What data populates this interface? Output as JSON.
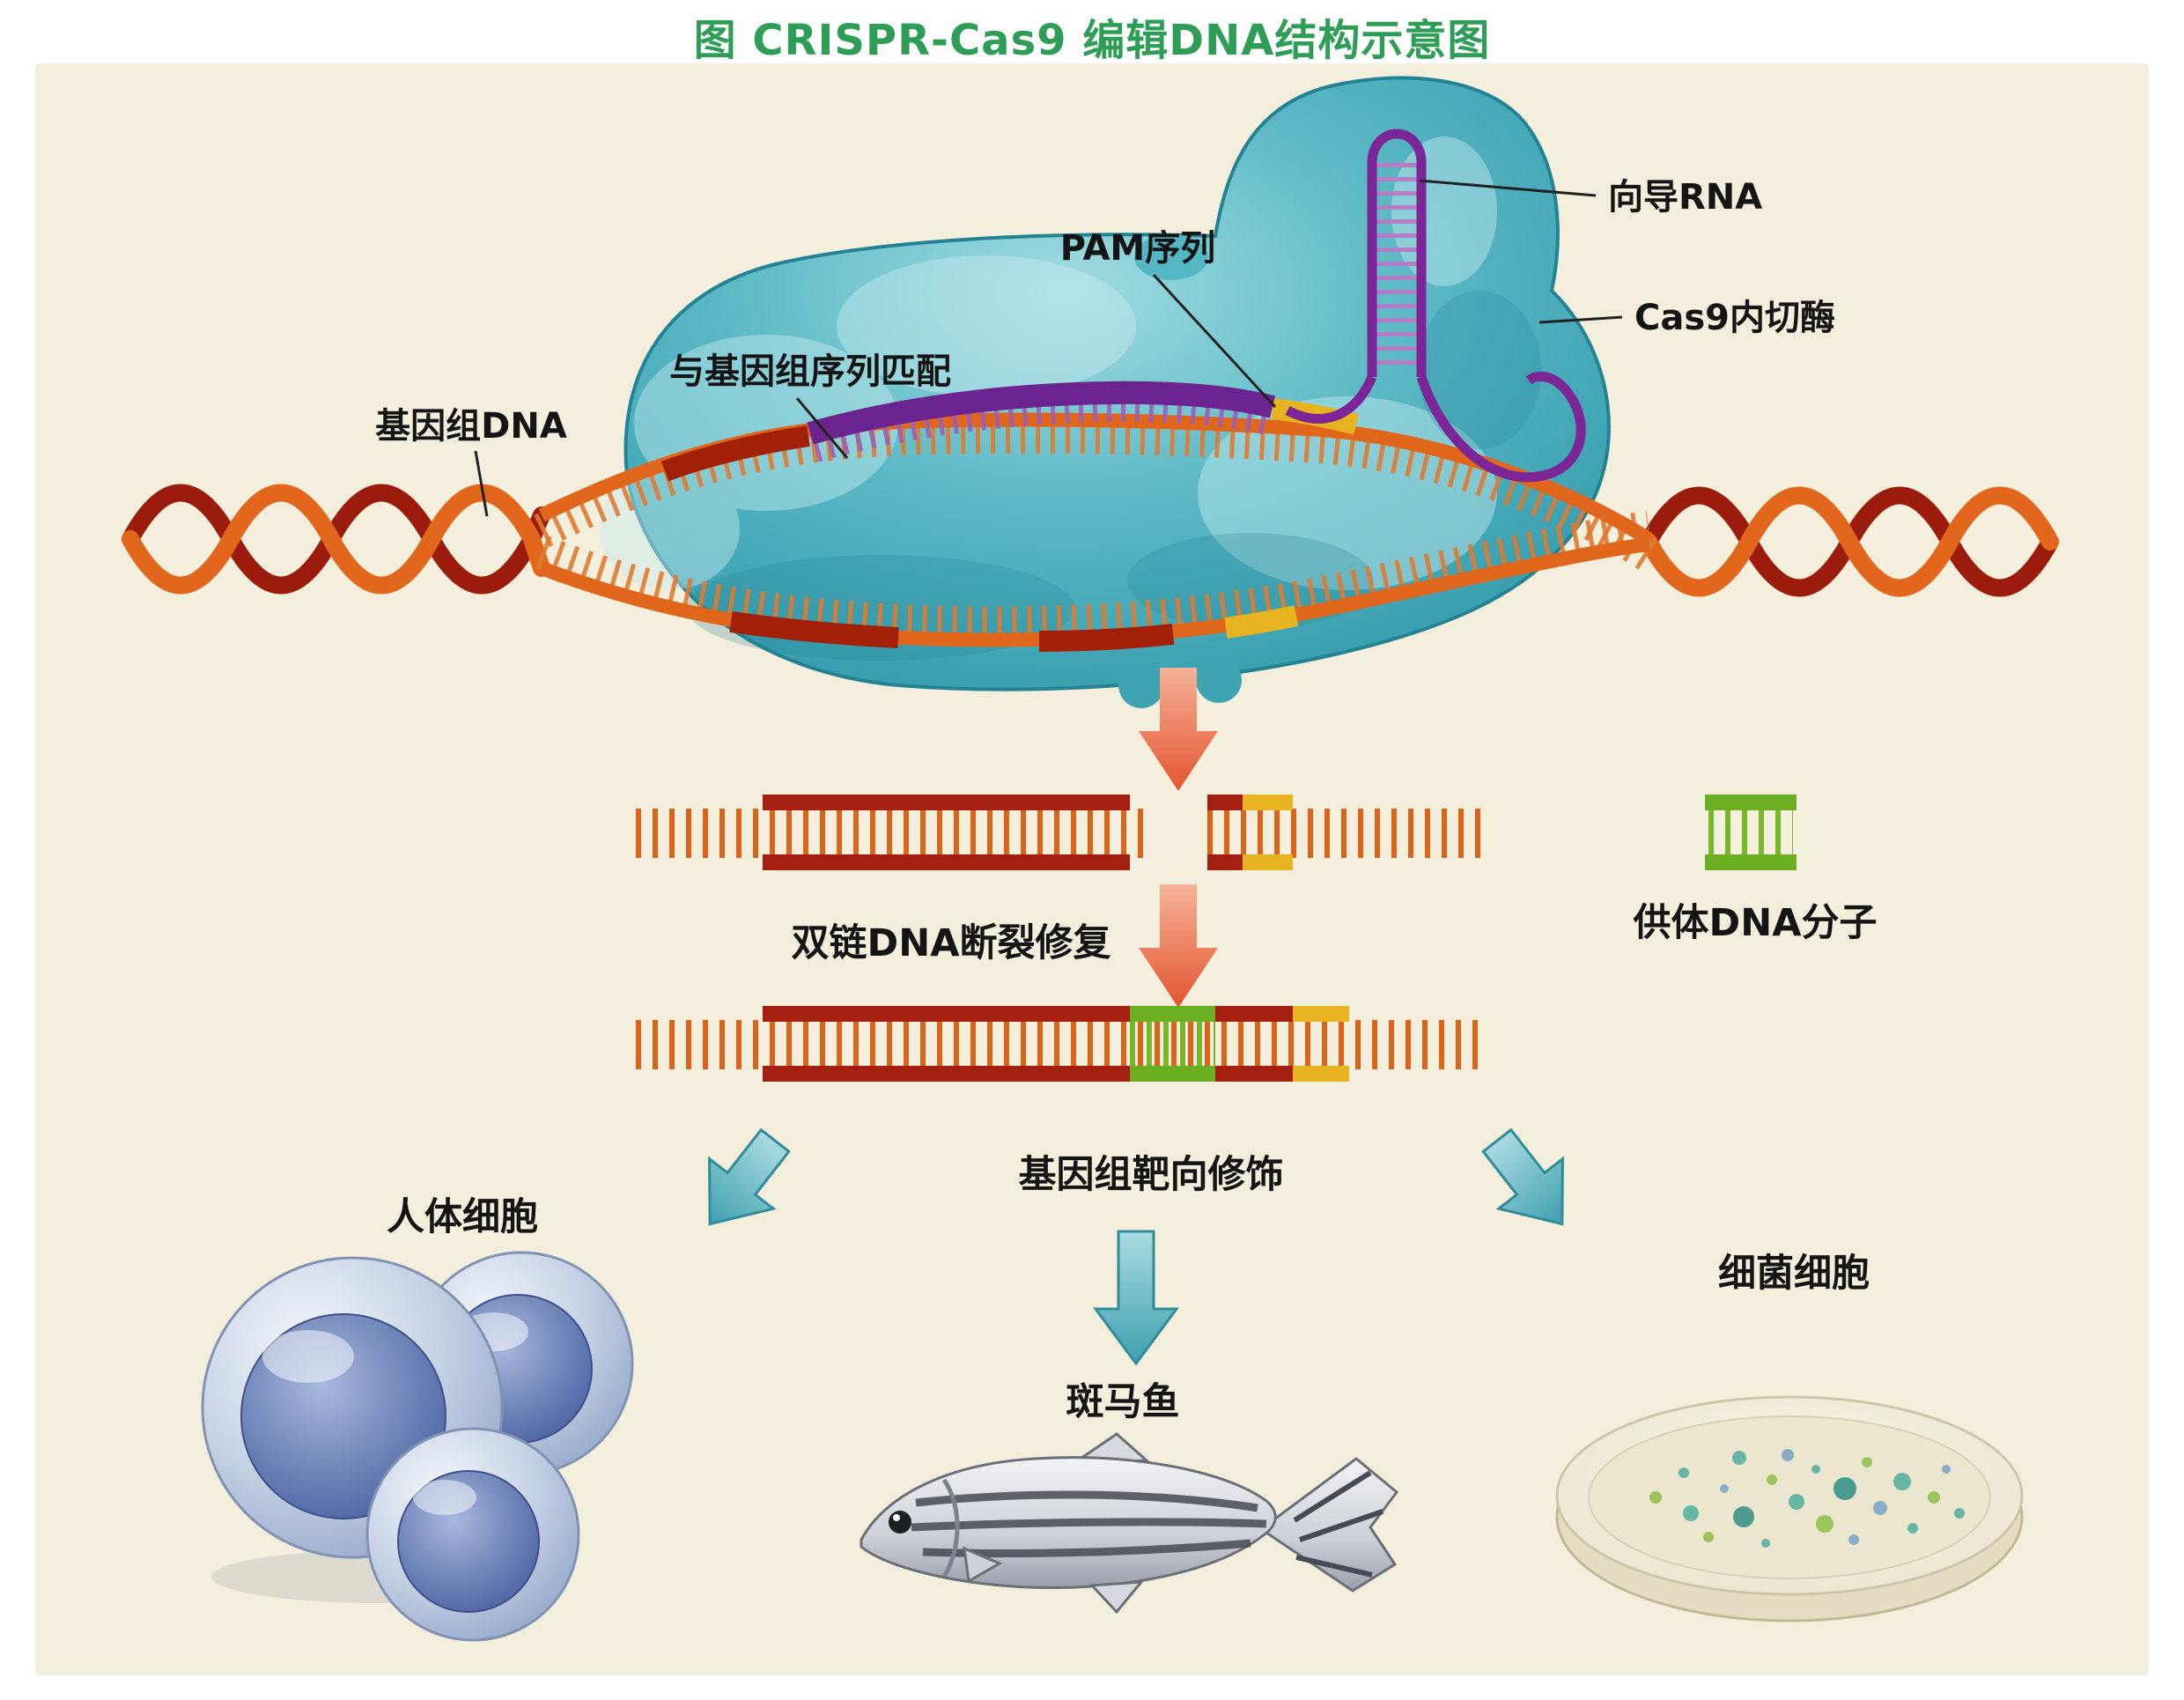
{
  "title": "图 CRISPR-Cas9 编辑DNA结构示意图",
  "diagram": {
    "labels": {
      "guide_rna": "向导RNA",
      "cas9_endonuclease": "Cas9内切酶",
      "pam_sequence": "PAM序列",
      "genome_sequence_match": "与基因组序列匹配",
      "genomic_dna": "基因组DNA",
      "double_strand_break_repair": "双链DNA断裂修复",
      "donor_dna_molecule": "供体DNA分子",
      "genome_targeted_modification": "基因组靶向修饰",
      "human_cells": "人体细胞",
      "zebrafish": "斑马鱼",
      "bacterial_cells": "细菌细胞"
    },
    "colors": {
      "title_green": "#2e9e57",
      "panel_background": "#f4eedd",
      "cas9_protein_teal": "#46aebc",
      "dna_dark_red": "#a32008",
      "dna_orange": "#e0661c",
      "guide_rna_purple": "#7b2596",
      "pam_yellow": "#e8b320",
      "donor_dna_green": "#76b82a",
      "cut_arrow_salmon": "#e86a3c",
      "flow_arrow_teal": "#59b3c0"
    }
  }
}
